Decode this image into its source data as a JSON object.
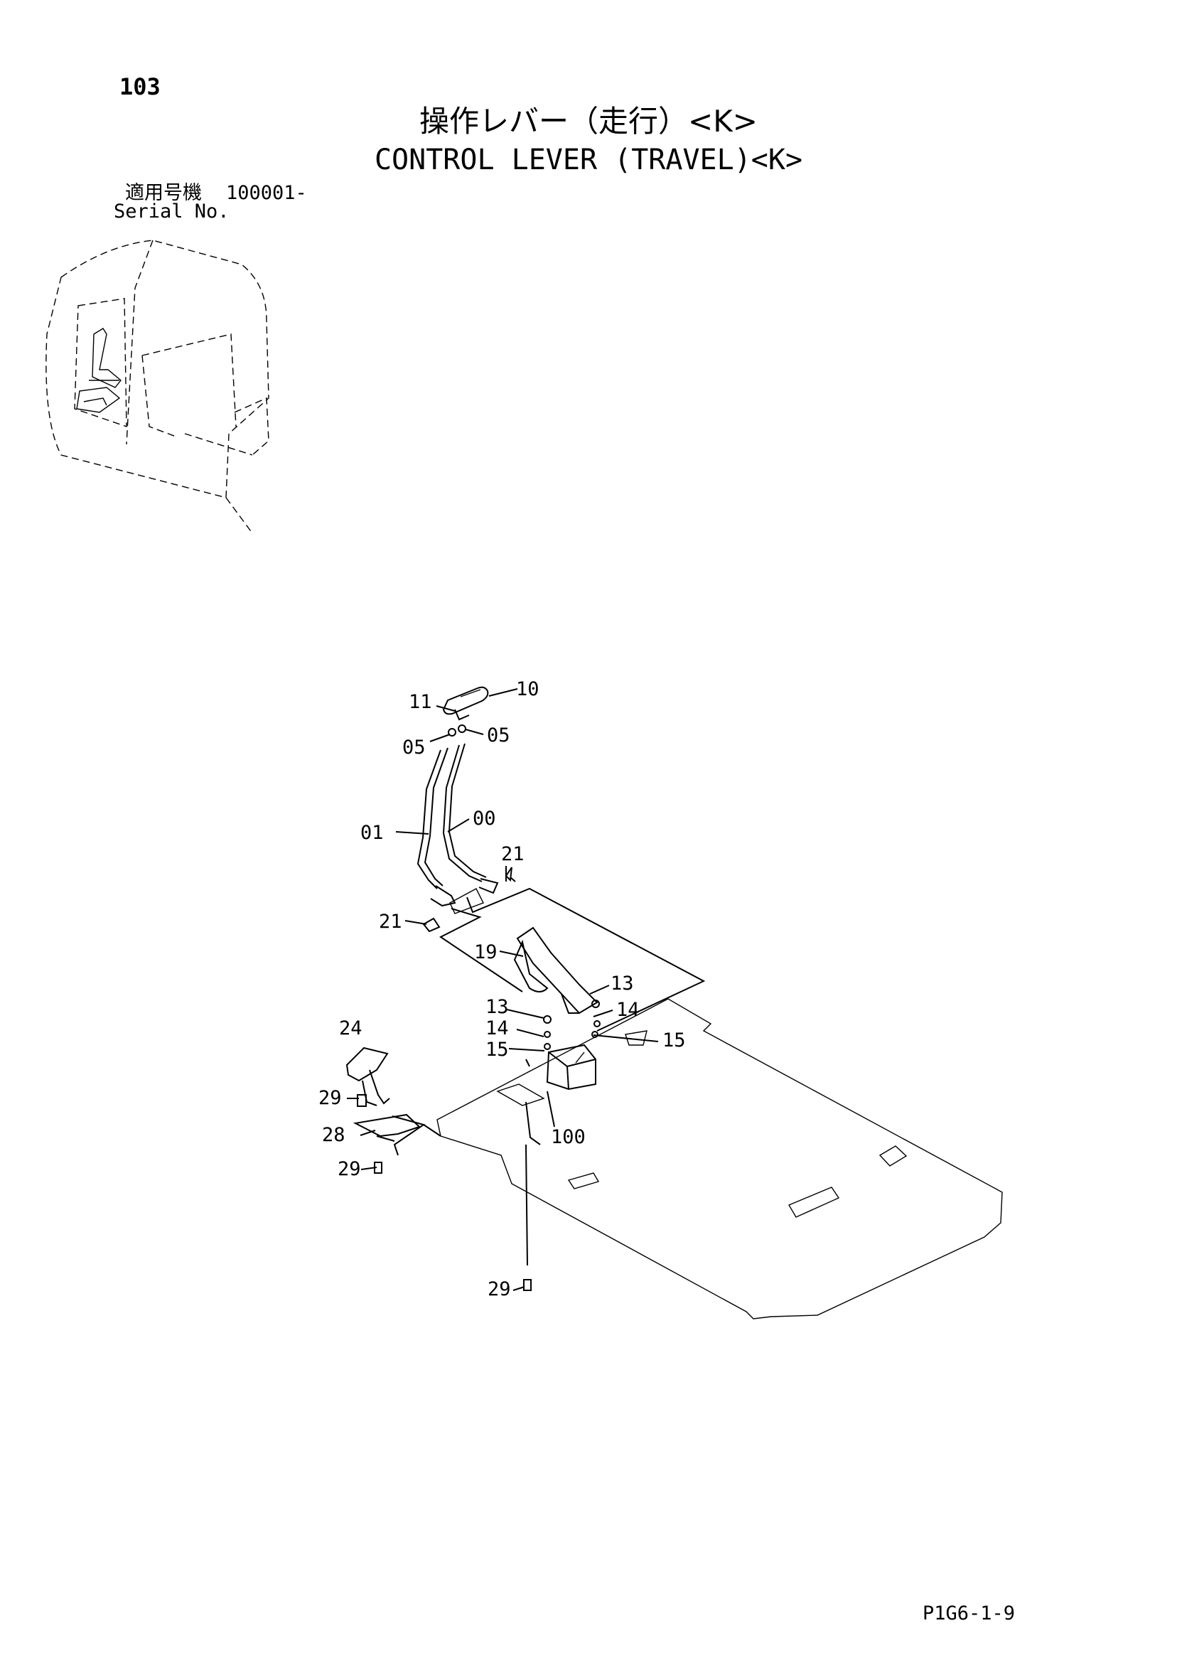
{
  "page": {
    "number": "103",
    "title_ja": "操作レバー（走行）<K>",
    "title_en": "CONTROL LEVER (TRAVEL)<K>",
    "serial_label_ja": "適用号機",
    "serial_value": "100001-",
    "serial_label_en": "Serial No.",
    "footer_code": "P1G6-1-9"
  },
  "callouts": [
    {
      "id": "c11",
      "label": "11"
    },
    {
      "id": "c10",
      "label": "10"
    },
    {
      "id": "c05a",
      "label": "05"
    },
    {
      "id": "c05b",
      "label": "05"
    },
    {
      "id": "c01",
      "label": "01"
    },
    {
      "id": "c00",
      "label": "00"
    },
    {
      "id": "c21a",
      "label": "21"
    },
    {
      "id": "c21b",
      "label": "21"
    },
    {
      "id": "c19",
      "label": "19"
    },
    {
      "id": "c13a",
      "label": "13"
    },
    {
      "id": "c13b",
      "label": "13"
    },
    {
      "id": "c14a",
      "label": "14"
    },
    {
      "id": "c14b",
      "label": "14"
    },
    {
      "id": "c15a",
      "label": "15"
    },
    {
      "id": "c15b",
      "label": "15"
    },
    {
      "id": "c24",
      "label": "24"
    },
    {
      "id": "c29a",
      "label": "29"
    },
    {
      "id": "c28",
      "label": "28"
    },
    {
      "id": "c29b",
      "label": "29"
    },
    {
      "id": "c100",
      "label": "100"
    },
    {
      "id": "c29c",
      "label": "29"
    }
  ]
}
